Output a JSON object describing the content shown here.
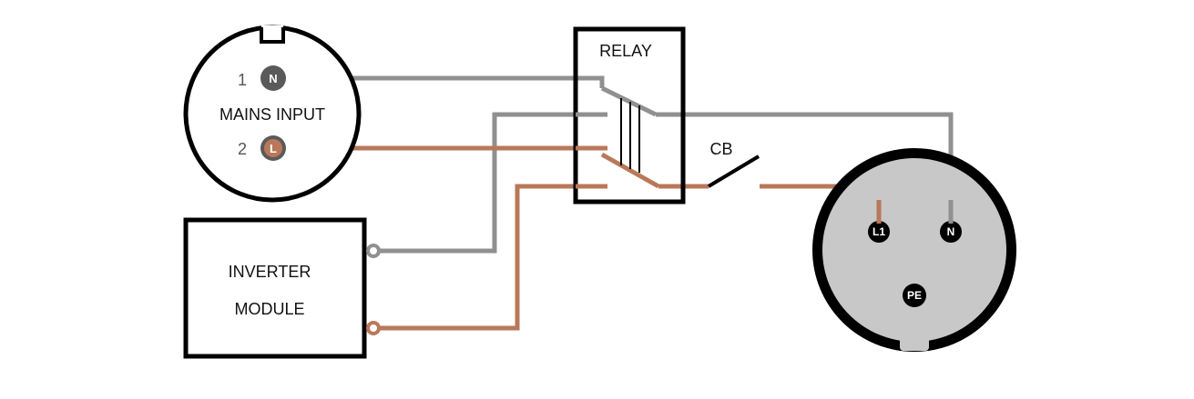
{
  "mains_input": {
    "label": "MAINS INPUT",
    "pins": [
      {
        "number": "1",
        "letter": "N"
      },
      {
        "number": "2",
        "letter": "L"
      }
    ]
  },
  "relay": {
    "label": "RELAY"
  },
  "breaker": {
    "label": "CB"
  },
  "inverter": {
    "line1": "INVERTER",
    "line2": "MODULE"
  },
  "socket": {
    "pins": [
      "L1",
      "N",
      "PE"
    ]
  },
  "colors": {
    "neutral_wire": "#909090",
    "live_wire": "#b9785a",
    "outline": "#000000",
    "terminal_grey": "#5a5a5a",
    "terminal_brown": "#b9785a",
    "socket_face": "#c8c8c8"
  }
}
